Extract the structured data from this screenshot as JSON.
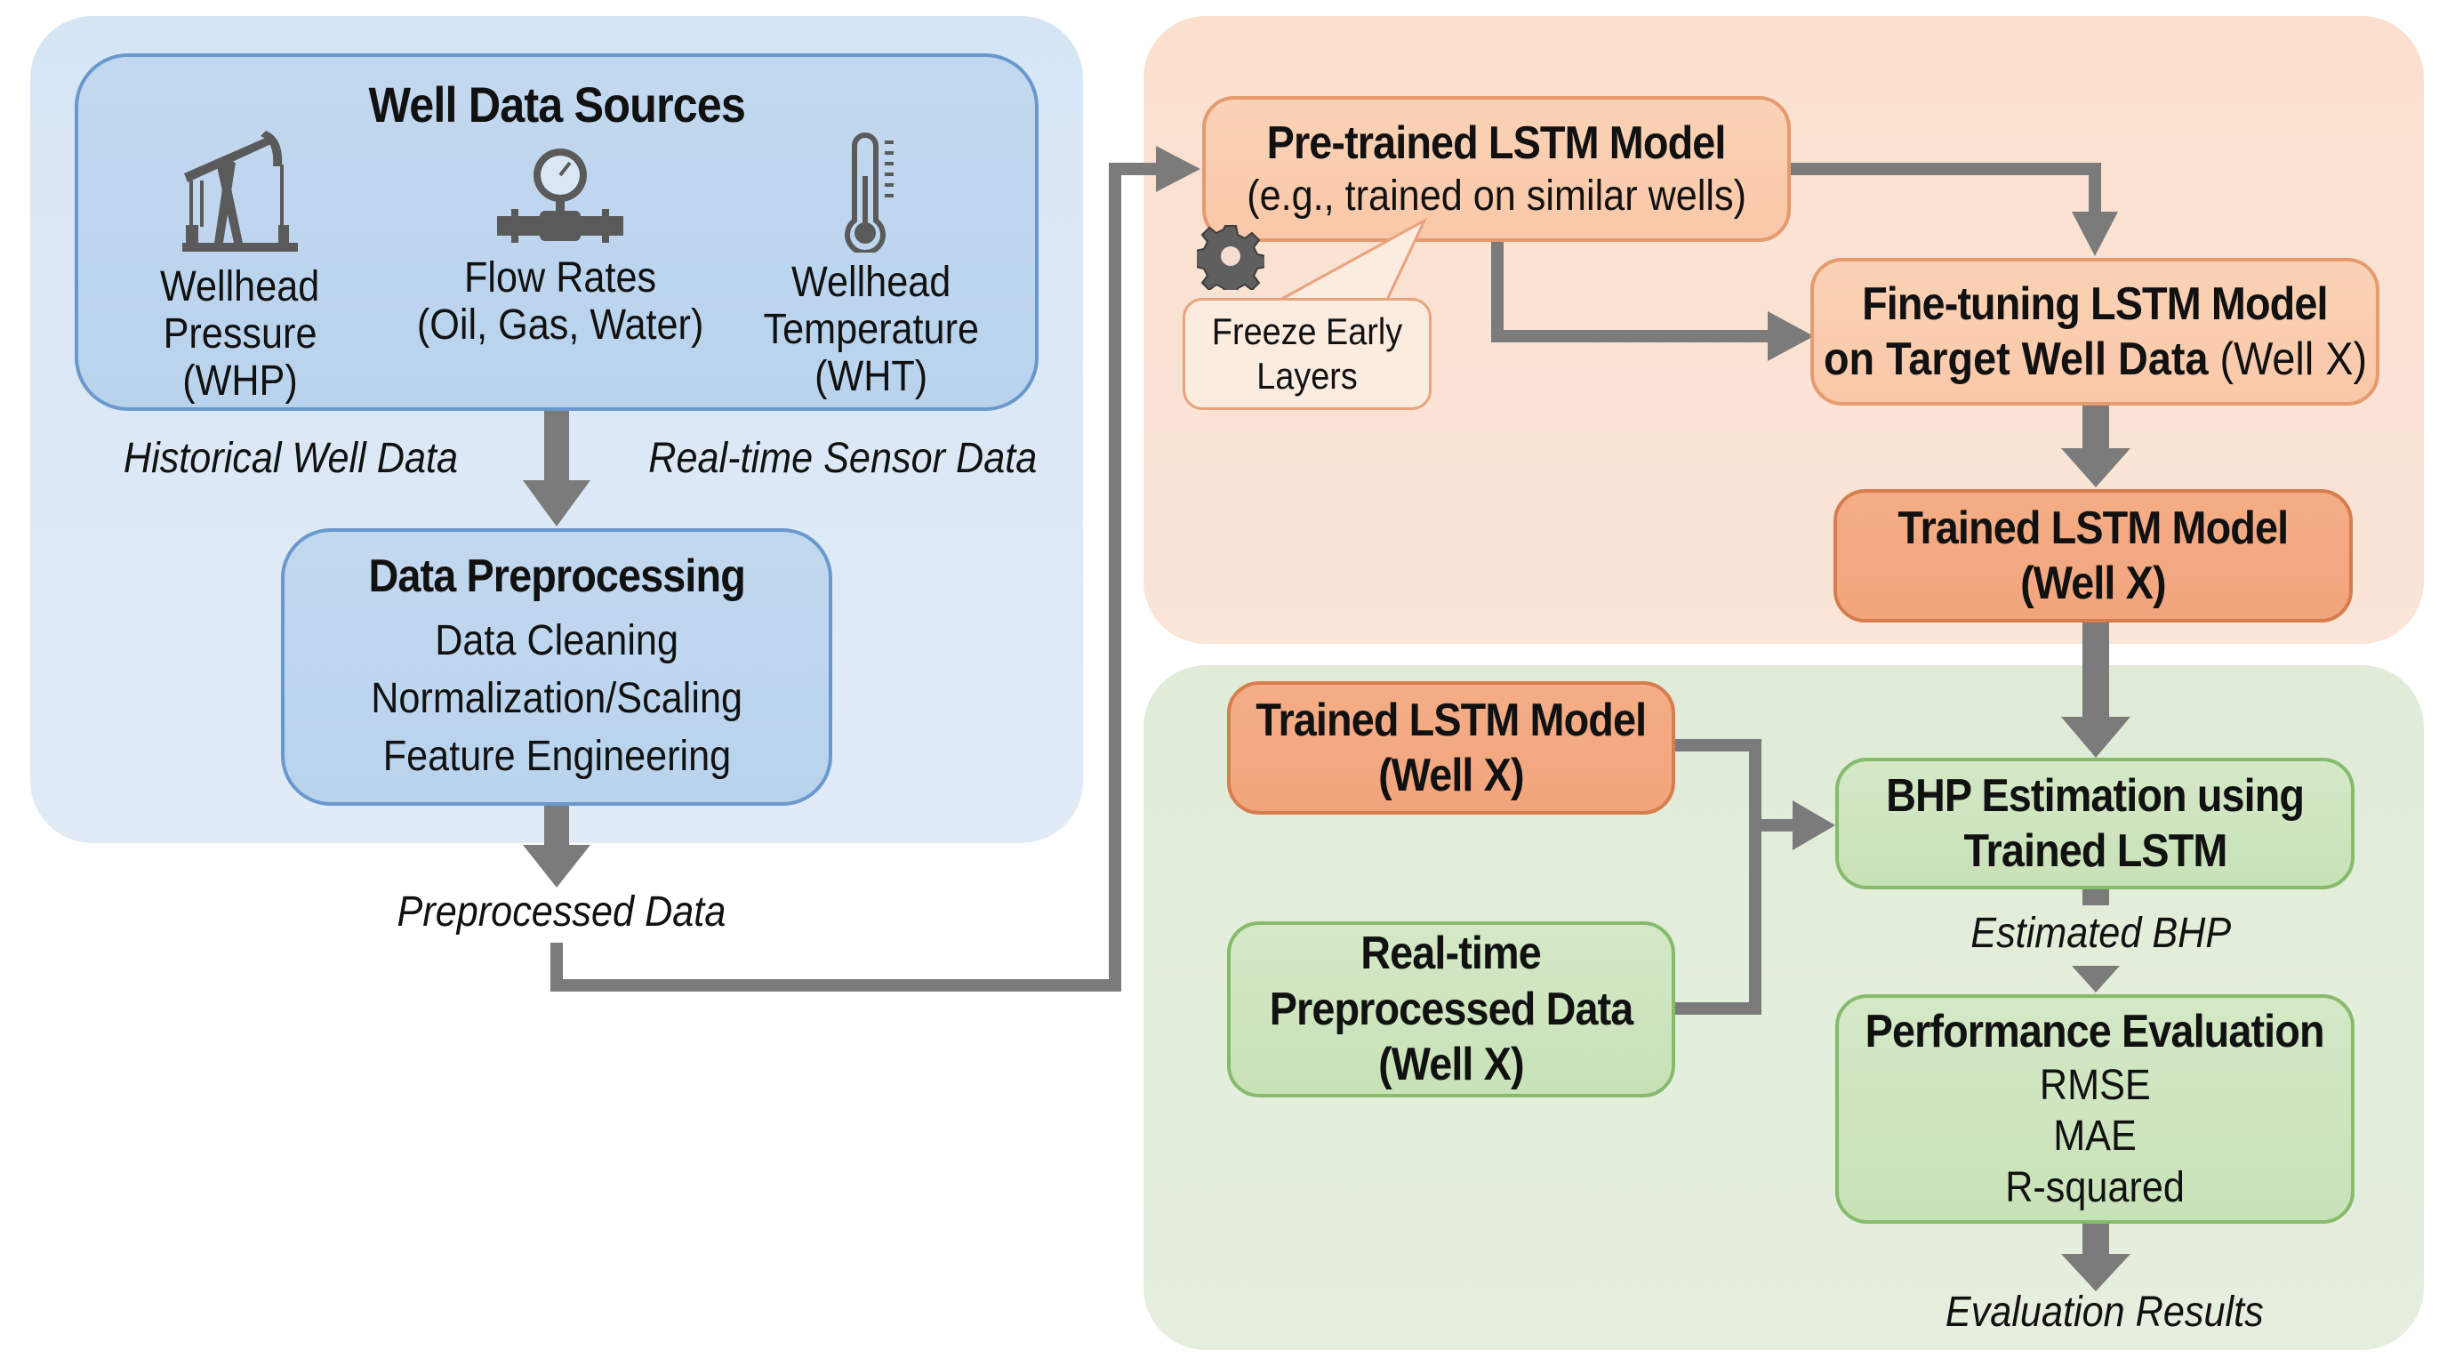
{
  "sections": {
    "data_sources": {
      "title": "Well Data Sources",
      "sources": [
        {
          "icon": "pump-jack-icon",
          "lines": [
            "Wellhead",
            "Pressure",
            "(WHP)"
          ]
        },
        {
          "icon": "pressure-gauge-pipe-icon",
          "lines": [
            "Flow Rates",
            "(Oil, Gas, Water)"
          ]
        },
        {
          "icon": "thermometer-icon",
          "lines": [
            "Wellhead",
            "Temperature",
            "(WHT)"
          ]
        }
      ],
      "label_left": "Historical Well Data",
      "label_right": "Real-time Sensor Data"
    },
    "preprocessing": {
      "title": "Data Preprocessing",
      "steps": [
        "Data Cleaning",
        "Normalization/Scaling",
        "Feature Engineering"
      ],
      "output_label": "Preprocessed Data"
    },
    "transfer_learning": {
      "pretrained": {
        "title": "Pre-trained LSTM Model",
        "subtitle": "(e.g., trained on similar wells)"
      },
      "callout": {
        "icon": "gear-icon",
        "lines": [
          "Freeze Early",
          "Layers"
        ]
      },
      "finetune": {
        "line1": "Fine-tuning LSTM Model",
        "line2_bold": "on Target Well Data",
        "line2_normal": "(Well X)"
      },
      "trained": {
        "lines": [
          "Trained LSTM Model",
          "(Well X)"
        ]
      }
    },
    "estimation": {
      "trained_model": {
        "lines": [
          "Trained LSTM Model",
          "(Well X)"
        ]
      },
      "realtime_data": {
        "lines": [
          "Real-time",
          "Preprocessed Data",
          "(Well X)"
        ]
      },
      "bhp": {
        "lines": [
          "BHP Estimation using",
          "Trained LSTM"
        ]
      },
      "bhp_output_label": "Estimated BHP",
      "evaluation": {
        "title": "Performance Evaluation",
        "metrics": [
          "RMSE",
          "MAE",
          "R-squared"
        ]
      },
      "final_label": "Evaluation Results"
    }
  },
  "colors": {
    "blue_panel": "#d6e5f4",
    "orange_panel": "#fbe0cf",
    "green_panel": "#e0ecd7",
    "blue_box": "#bcd5ee",
    "orange_box": "#f9cbad",
    "orange_dark_box": "#f2a881",
    "green_box": "#cde5bd",
    "arrow": "#7b7b7b"
  }
}
